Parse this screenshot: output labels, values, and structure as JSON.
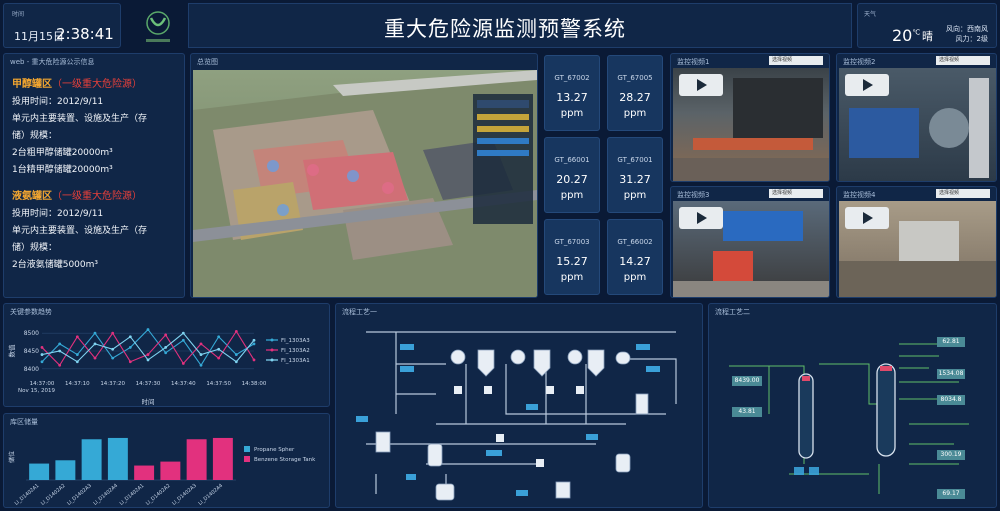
{
  "header": {
    "time_label": "时间",
    "date": "11月15日",
    "clock": "2:38:41",
    "title": "重大危险源监测预警系统",
    "weather_label": "天气",
    "temperature": "20",
    "temp_unit": "℃",
    "condition": "晴",
    "wind_dir": "风向：西南风",
    "wind_force": "风力：2级"
  },
  "info_panel": {
    "title": "web - 重大危险源公示信息",
    "zones": [
      {
        "name": "甲醇罐区",
        "level": "（一级重大危险源）",
        "lines": [
          "投用时间：2012/9/11",
          "单元内主要装置、设施及生产（存",
          "储）规模：",
          "2台粗甲醇储罐20000m³",
          "1台精甲醇储罐20000m³"
        ]
      },
      {
        "name": "液氨罐区",
        "level": "（一级重大危险源）",
        "lines": [
          "投用时间：2012/9/11",
          "单元内主要装置、设施及生产（存",
          "储）规模：",
          "2台液氨储罐5000m³"
        ]
      }
    ]
  },
  "map_panel": {
    "title": "总览图"
  },
  "sensors": [
    {
      "id": "GT_67002",
      "value": "13.27",
      "unit": "ppm"
    },
    {
      "id": "GT_67005",
      "value": "28.27",
      "unit": "ppm"
    },
    {
      "id": "GT_66001",
      "value": "20.27",
      "unit": "ppm"
    },
    {
      "id": "GT_67001",
      "value": "31.27",
      "unit": "ppm"
    },
    {
      "id": "GT_67003",
      "value": "15.27",
      "unit": "ppm"
    },
    {
      "id": "GT_66002",
      "value": "14.27",
      "unit": "ppm"
    }
  ],
  "videos": [
    {
      "title": "监控视频1",
      "select": "选择视频"
    },
    {
      "title": "监控视频2",
      "select": "选择视频"
    },
    {
      "title": "监控视频3",
      "select": "选择视频"
    },
    {
      "title": "监控视频4",
      "select": "选择视频"
    }
  ],
  "param_chart": {
    "title": "关键参数趋势"
  },
  "bar_chart": {
    "title": "库区储量"
  },
  "process1": {
    "title": "流程工艺一"
  },
  "process2": {
    "title": "流程工艺二",
    "readings_left": [
      "8439.00",
      "43.81"
    ],
    "readings_right": [
      "62.81",
      "1534.08",
      "8034.8",
      "300.19",
      "69.17"
    ]
  },
  "colors": {
    "pink": "#e2317e",
    "blue": "#35a9d6",
    "accent": "#f3a630",
    "danger": "#e8403a"
  },
  "chart_data": [
    {
      "type": "line",
      "title": "关键参数趋势",
      "xlabel": "时间",
      "ylabel": "数值",
      "x": [
        "14:37:00",
        "14:37:05",
        "14:37:10",
        "14:37:15",
        "14:37:20",
        "14:37:25",
        "14:37:30",
        "14:37:35",
        "14:37:40",
        "14:37:45",
        "14:37:50",
        "14:37:55",
        "14:38:00"
      ],
      "tick_labels": [
        "14:37:00",
        "14:37:10",
        "14:37:20",
        "14:37:30",
        "14:37:40",
        "14:37:50",
        "14:38:00"
      ],
      "date_label": "Nov 15, 2019",
      "ylim": [
        8380,
        8520
      ],
      "yticks": [
        8400,
        8450,
        8500
      ],
      "legend_position": "right",
      "series": [
        {
          "name": "FI_1303A3",
          "color": "#35a9d6",
          "values": [
            8420,
            8470,
            8440,
            8500,
            8430,
            8460,
            8510,
            8445,
            8480,
            8410,
            8490,
            8440,
            8470
          ]
        },
        {
          "name": "FI_1303A2",
          "color": "#e2317e",
          "values": [
            8460,
            8410,
            8490,
            8430,
            8500,
            8420,
            8440,
            8495,
            8415,
            8470,
            8430,
            8505,
            8425
          ]
        },
        {
          "name": "FI_1303A1",
          "color": "#7fd3f0",
          "values": [
            8440,
            8450,
            8420,
            8470,
            8455,
            8490,
            8425,
            8460,
            8500,
            8440,
            8455,
            8420,
            8480
          ]
        }
      ]
    },
    {
      "type": "bar",
      "title": "库区储量",
      "ylabel": "储位",
      "categories": [
        "LI_D1402A1",
        "LI_D1402A2",
        "LI_D1402A3",
        "LI_D1402A4",
        "LI_D1402A1",
        "LI_D1402A2",
        "LI_D1402A3",
        "LI_D1402A4"
      ],
      "values": [
        25,
        30,
        62,
        64,
        22,
        28,
        62,
        64
      ],
      "colors": [
        "#35a9d6",
        "#35a9d6",
        "#35a9d6",
        "#35a9d6",
        "#e2317e",
        "#e2317e",
        "#e2317e",
        "#e2317e"
      ],
      "ylim": [
        0,
        70
      ],
      "legend_position": "right",
      "series": [
        {
          "name": "Propane Spher",
          "color": "#35a9d6"
        },
        {
          "name": "Benzene Storage Tank",
          "color": "#e2317e"
        }
      ]
    }
  ]
}
